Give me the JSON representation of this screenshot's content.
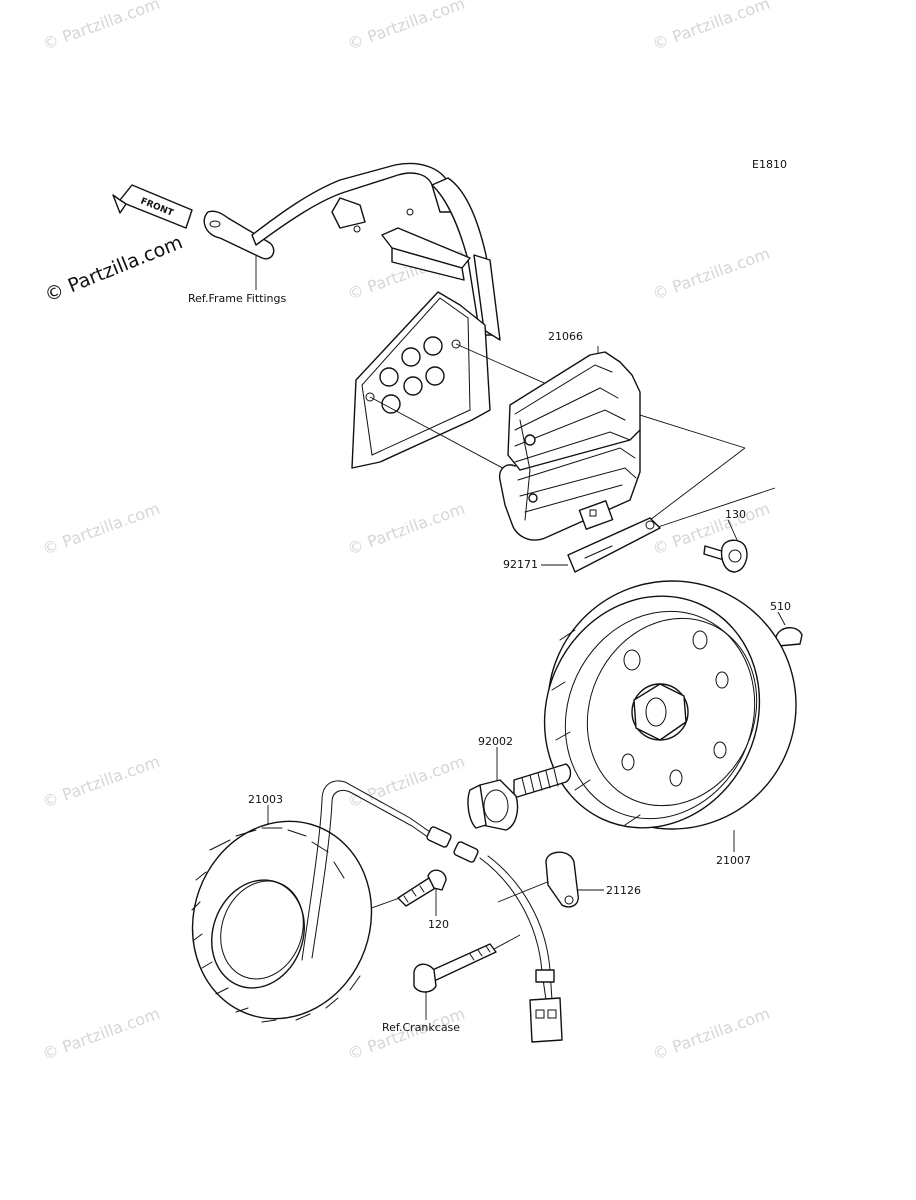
{
  "diagram_code": "E1810",
  "front_marker": "FRONT",
  "watermark": {
    "text": "© Partzilla.com",
    "color": "#d6d6d6"
  },
  "labels": {
    "frame_ref": "Ref.Frame Fittings",
    "regulator": "21066",
    "bolt_130": "130",
    "plate": "92171",
    "key": "510",
    "flywheel_bolt": "92002",
    "stator": "21003",
    "rotor": "21007",
    "clamp": "21126",
    "bolt_120": "120",
    "crankcase_ref": "Ref.Crankcase"
  }
}
